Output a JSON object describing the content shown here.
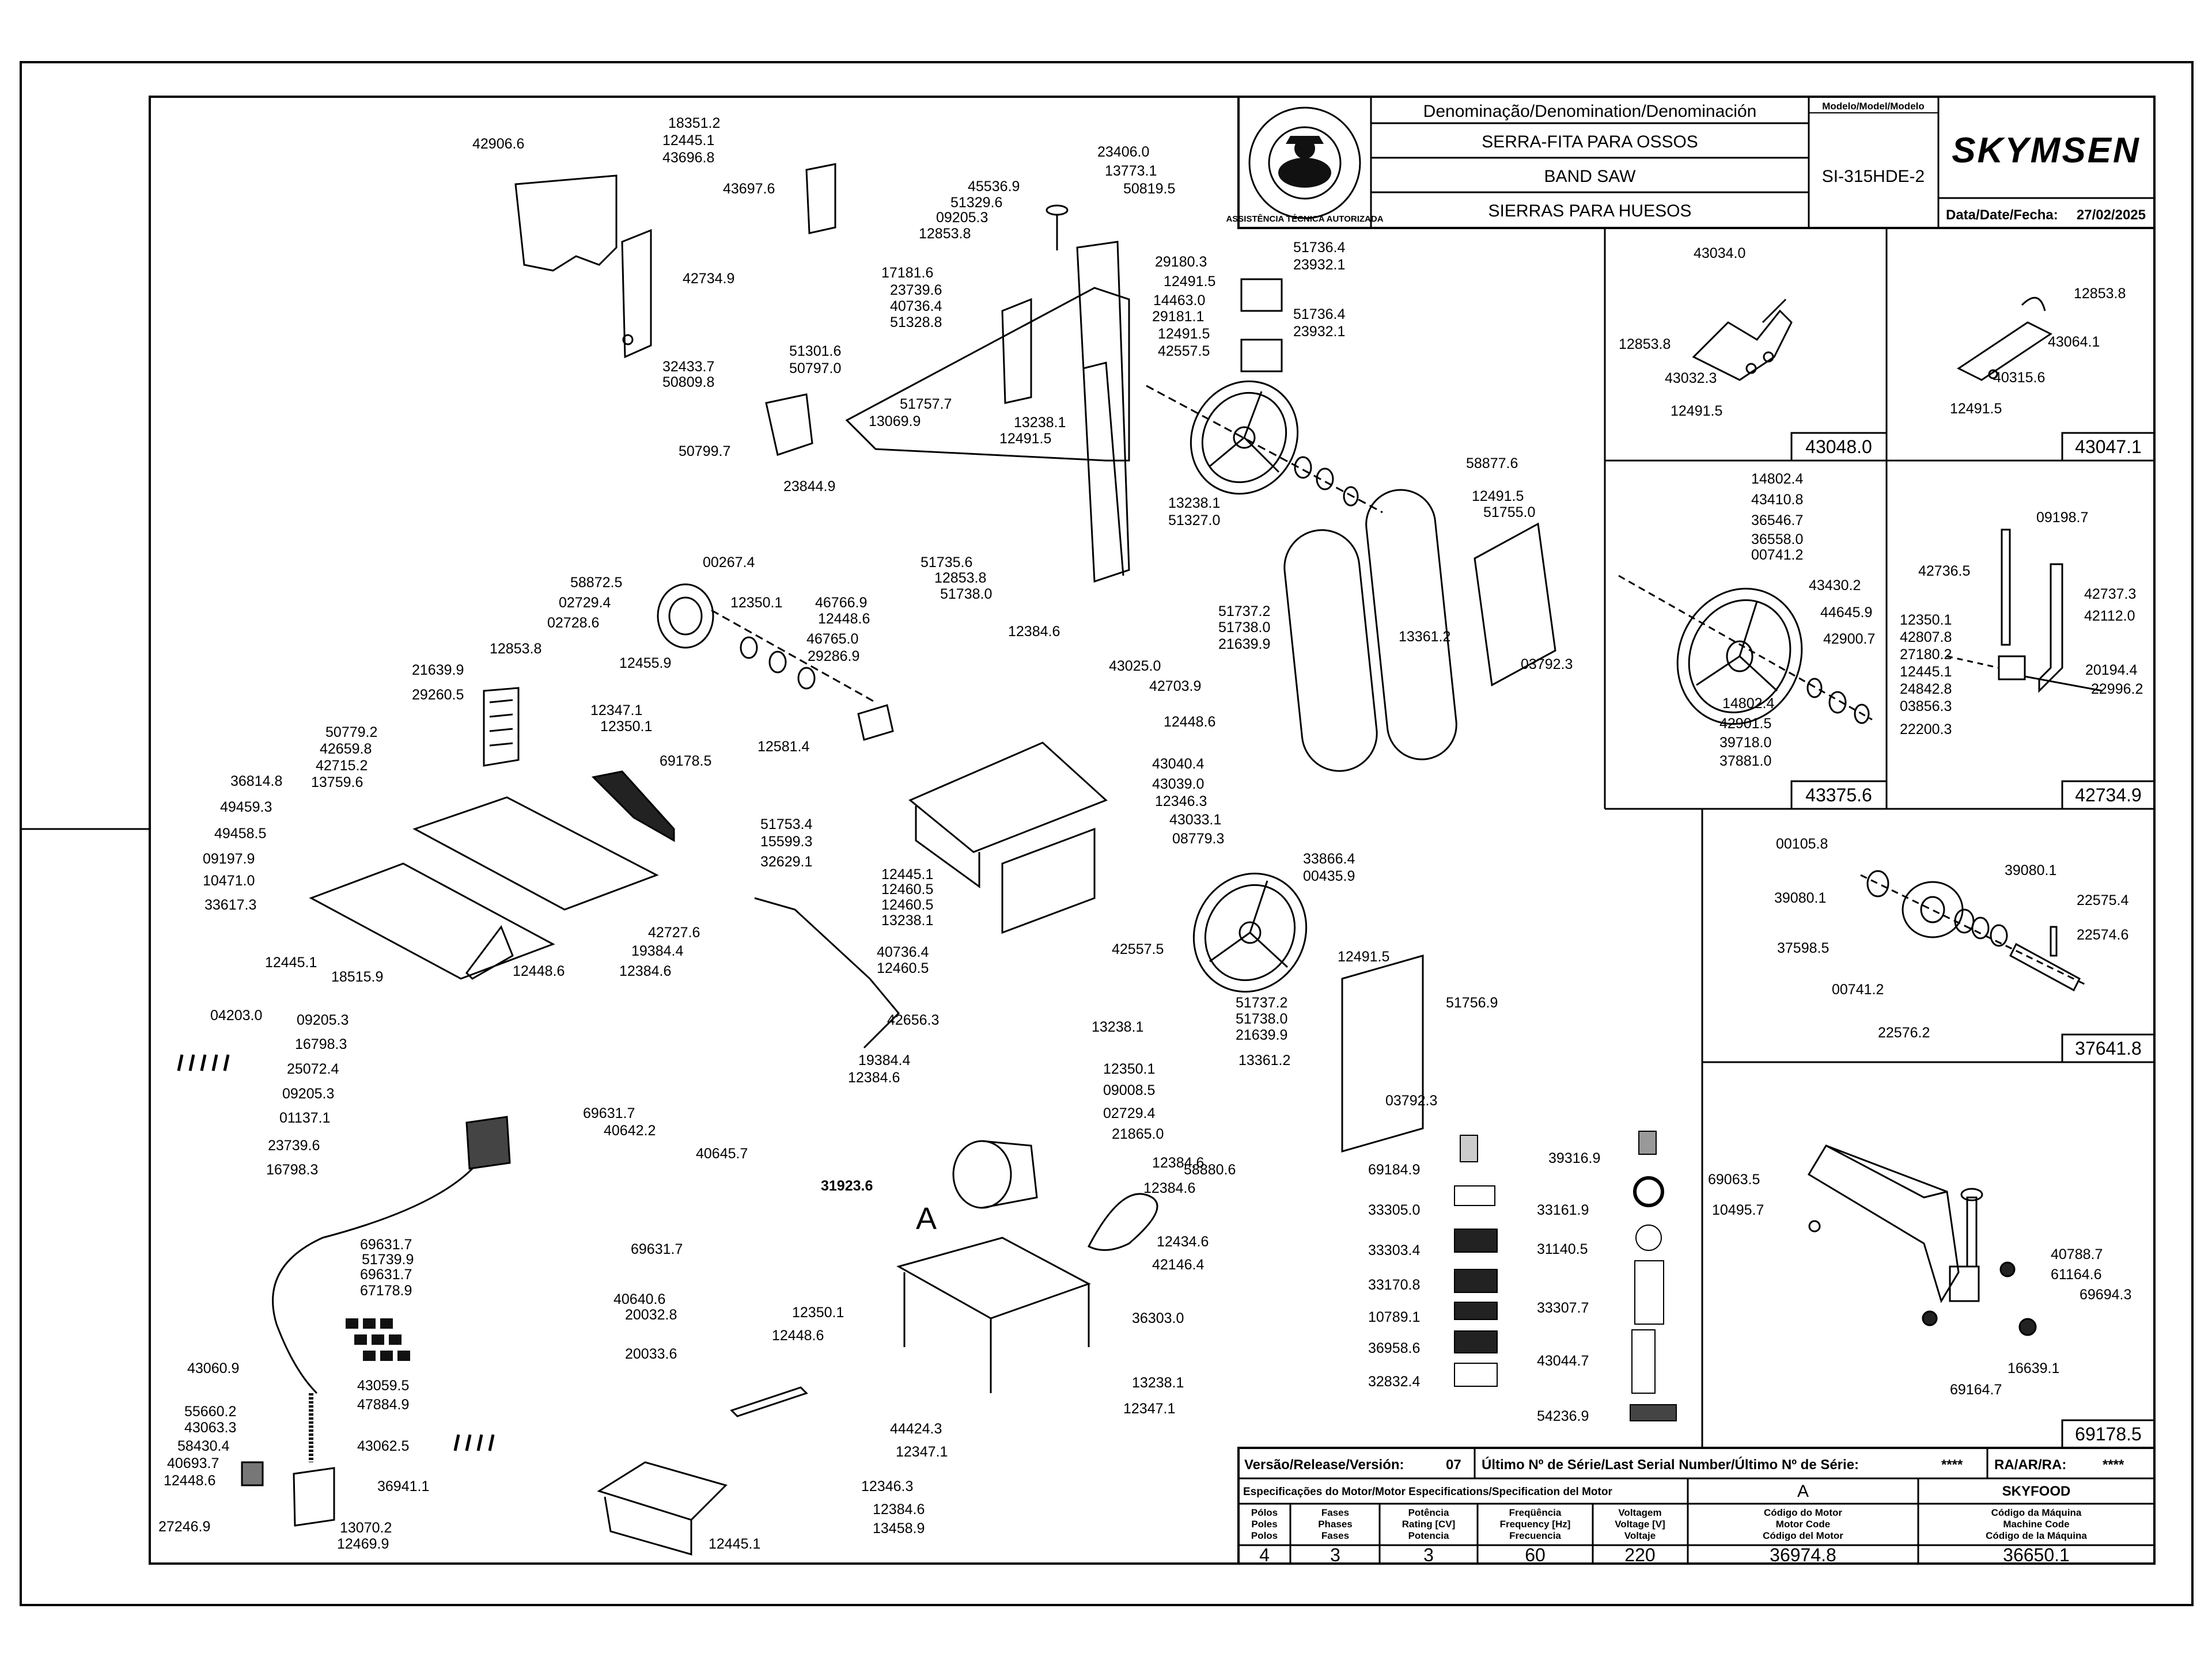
{
  "title_block": {
    "denomination_header": "Denominação/Denomination/Denominación",
    "name_pt": "SERRA-FITA PARA OSSOS",
    "name_en": "BAND SAW",
    "name_es": "SIERRAS PARA HUESOS",
    "model_header": "Modelo/Model/Modelo",
    "model": "SI-315HDE-2",
    "brand": "SKYMSEN",
    "date_label": "Data/Date/Fecha:",
    "date": "27/02/2025",
    "seal_text": "ASSISTÊNCIA TÉCNICA AUTORIZADA"
  },
  "bottom_block": {
    "version_label": "Versão/Release/Versión:",
    "version": "07",
    "serial_label": "Último Nº de Série/Last Serial Number/Último Nº de Série:",
    "serial_value": "****",
    "ra_label": "RA/AR/RA:",
    "ra_value": "****",
    "motor_spec_label": "Especificações do Motor/Motor Especifications/Specification del Motor",
    "motor_letter": "A",
    "brand_code": "SKYFOOD",
    "columns": [
      {
        "h1": "Pólos",
        "h2": "Poles",
        "h3": "Polos",
        "value": "4"
      },
      {
        "h1": "Fases",
        "h2": "Phases",
        "h3": "Fases",
        "value": "3"
      },
      {
        "h1": "Potência",
        "h2": "Rating [CV]",
        "h3": "Potencia",
        "value": "3"
      },
      {
        "h1": "Freqüência",
        "h2": "Frequency [Hz]",
        "h3": "Frecuencia",
        "value": "60"
      },
      {
        "h1": "Voltagem",
        "h2": "Voltage [V]",
        "h3": "Voltaje",
        "value": "220"
      },
      {
        "h1": "Código do Motor",
        "h2": "Motor Code",
        "h3": "Código del Motor",
        "value": "36974.8"
      },
      {
        "h1": "Código da Máquina",
        "h2": "Machine Code",
        "h3": "Código de la Máquina",
        "value": "36650.1"
      }
    ]
  },
  "subassemblies": [
    {
      "code": "43048.0",
      "parts": [
        "43034.0",
        "12853.8",
        "43032.3",
        "12491.5"
      ]
    },
    {
      "code": "43047.1",
      "parts": [
        "12853.8",
        "43064.1",
        "40315.6",
        "12491.5"
      ]
    },
    {
      "code": "43375.6",
      "parts": [
        "14802.4",
        "43410.8",
        "36546.7",
        "36558.0",
        "00741.2",
        "43430.2",
        "44645.9",
        "42900.7",
        "14802.4",
        "42901.5",
        "39718.0",
        "37881.0"
      ]
    },
    {
      "code": "42734.9",
      "parts": [
        "09198.7",
        "42736.5",
        "42737.3",
        "42112.0",
        "12350.1",
        "42807.8",
        "27180.2",
        "12445.1",
        "24842.8",
        "03856.3",
        "22200.3",
        "20194.4",
        "22996.2"
      ]
    },
    {
      "code": "37641.8",
      "parts": [
        "00105.8",
        "39080.1",
        "39080.1",
        "22575.4",
        "22574.6",
        "37598.5",
        "00741.2",
        "22576.2"
      ]
    },
    {
      "code": "69178.5",
      "parts": [
        "69063.5",
        "10495.7",
        "40788.7",
        "61164.6",
        "69694.3",
        "16639.1",
        "69164.7"
      ]
    }
  ],
  "labels_panel": [
    "69184.9",
    "39316.9",
    "33305.0",
    "33161.9",
    "33303.4",
    "31140.5",
    "33170.8",
    "33307.7",
    "10789.1",
    "36958.6",
    "43044.7",
    "32832.4",
    "54236.9"
  ],
  "main_parts": [
    "42906.6",
    "18351.2",
    "12445.1",
    "43696.8",
    "43697.6",
    "42734.9",
    "32433.7",
    "50809.8",
    "50799.7",
    "23844.9",
    "45536.9",
    "51329.6",
    "09205.3",
    "12853.8",
    "17181.6",
    "23739.6",
    "40736.4",
    "51328.8",
    "51301.6",
    "50797.0",
    "51757.7",
    "13069.9",
    "13238.1",
    "12491.5",
    "23406.0",
    "13773.1",
    "50819.5",
    "29180.3",
    "12491.5",
    "14463.0",
    "29181.1",
    "12491.5",
    "42557.5",
    "51736.4",
    "23932.1",
    "51736.4",
    "23932.1",
    "13238.1",
    "51327.0",
    "51735.6",
    "12853.8",
    "51738.0",
    "00267.4",
    "58872.5",
    "02729.4",
    "02728.6",
    "12455.9",
    "12350.1",
    "46766.9",
    "12448.6",
    "46765.0",
    "29286.9",
    "12384.6",
    "12581.4",
    "58877.6",
    "12491.5",
    "51755.0",
    "51737.2",
    "51738.0",
    "21639.9",
    "13361.2",
    "03792.3",
    "21639.9",
    "29260.5",
    "12853.8",
    "12347.1",
    "12350.1",
    "50779.2",
    "42659.8",
    "42715.2",
    "13759.6",
    "36814.8",
    "49459.3",
    "49458.5",
    "09197.9",
    "10471.0",
    "33617.3",
    "69178.5",
    "43025.0",
    "42703.9",
    "12448.6",
    "43040.4",
    "43039.0",
    "12346.3",
    "43033.1",
    "08779.3",
    "51753.4",
    "15599.3",
    "32629.1",
    "12445.1",
    "12460.5",
    "12460.5",
    "13238.1",
    "40736.4",
    "12460.5",
    "42557.5",
    "33866.4",
    "00435.9",
    "42727.6",
    "19384.4",
    "12384.6",
    "12445.1",
    "18515.9",
    "12448.6",
    "42656.3",
    "19384.4",
    "12384.6",
    "13238.1",
    "12491.5",
    "51756.9",
    "51737.2",
    "51738.0",
    "21639.9",
    "13361.2",
    "03792.3",
    "04203.0",
    "09205.3",
    "16798.3",
    "25072.4",
    "09205.3",
    "01137.1",
    "23739.6",
    "16798.3",
    "69631.7",
    "40642.2",
    "40645.7",
    "69631.7",
    "51739.9",
    "69631.7",
    "67178.9",
    "69631.7",
    "40640.6",
    "20032.8",
    "20033.6",
    "12350.1",
    "09008.5",
    "02729.4",
    "21865.0",
    "12384.6",
    "58880.6",
    "31923.6",
    "12384.6",
    "12434.6",
    "42146.4",
    "36303.0",
    "13238.1",
    "12347.1",
    "12350.1",
    "12448.6",
    "44424.3",
    "12347.1",
    "12346.3",
    "12384.6",
    "13458.9",
    "12445.1",
    "43060.9",
    "43059.5",
    "47884.9",
    "55660.2",
    "43063.3",
    "43062.5",
    "58430.4",
    "40693.7",
    "12448.6",
    "36941.1",
    "27246.9",
    "13070.2",
    "12469.9"
  ]
}
